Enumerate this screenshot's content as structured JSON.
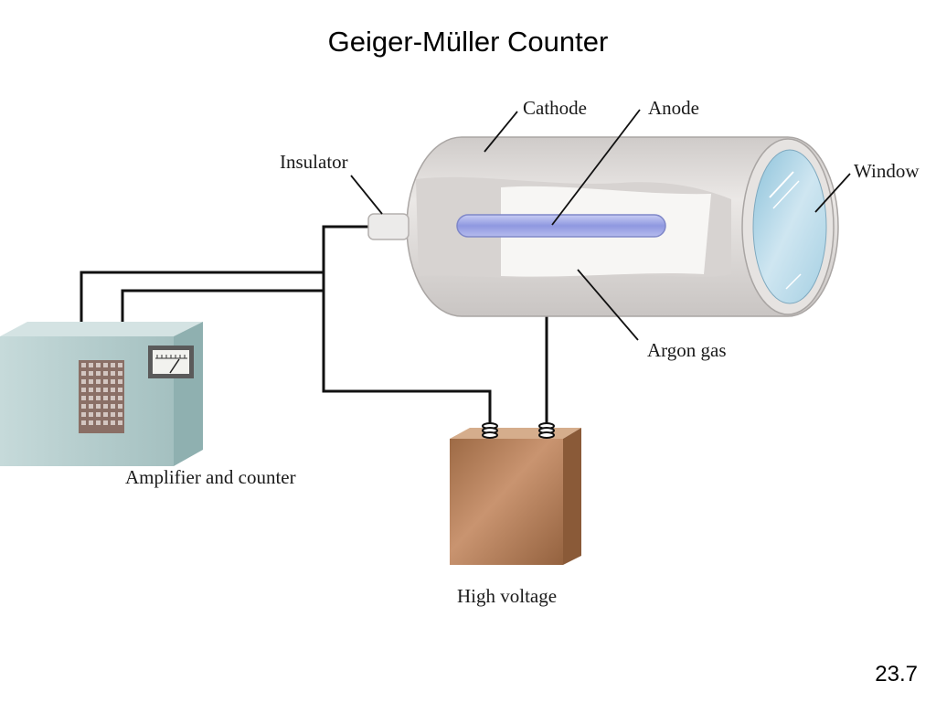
{
  "slide": {
    "title": "Geiger-Müller Counter",
    "number": "23.7"
  },
  "labels": {
    "cathode": "Cathode",
    "anode": "Anode",
    "insulator": "Insulator",
    "window": "Window",
    "argon_gas": "Argon gas",
    "amplifier": "Amplifier and counter",
    "high_voltage": "High voltage"
  },
  "colors": {
    "tube": "#dedad8",
    "tube_inner": "#f6f5f3",
    "anode": "#a7aee8",
    "window": "#bcdbea",
    "amplifier_box": "#a9c4c4",
    "battery": "#b8825a",
    "wire": "#111111"
  }
}
